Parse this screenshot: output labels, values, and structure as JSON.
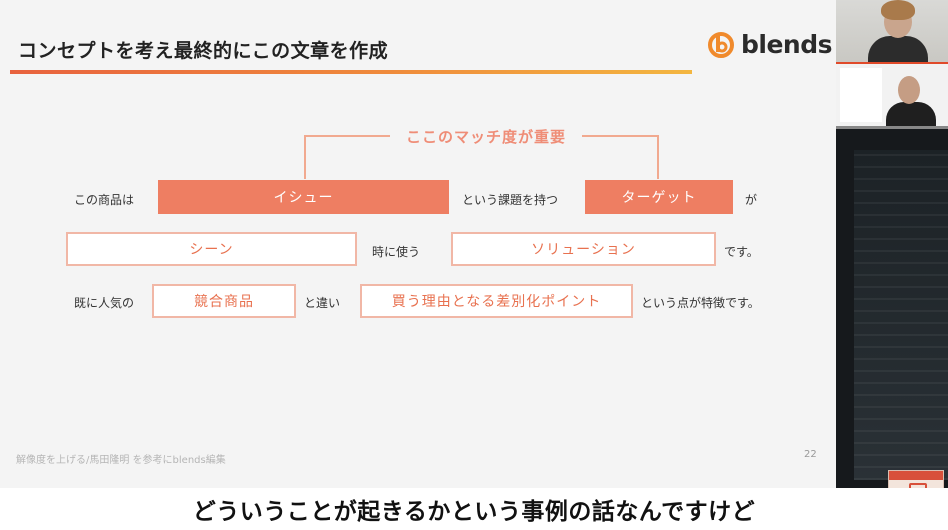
{
  "slide": {
    "title": "コンセプトを考え最終的にこの文章を作成",
    "logo_text": "blends",
    "match_label": "ここのマッチ度が重要",
    "row1": {
      "lead": "この商品は",
      "issue": "イシュー",
      "mid": "という課題を持つ",
      "target": "ターゲット",
      "tail": "が"
    },
    "row2": {
      "scene": "シーン",
      "mid": "時に使う",
      "solution": "ソリューション",
      "tail": "です。"
    },
    "row3": {
      "lead": "既に人気の",
      "competitor": "競合商品",
      "mid": "と違い",
      "reason": "買う理由となる差別化ポイント",
      "tail": "という点が特徴です。"
    },
    "footer_note": "解像度を上げる/馬田隆明 を参考にblends編集",
    "page_number": "22"
  },
  "subtitle": "どういうことが起きるかという事例の話なんですけど",
  "colors": {
    "accent": "#ee7e62",
    "accent_outline": "#f1b7a6",
    "accent_text": "#e8714f",
    "match_label": "#ef8d77"
  }
}
